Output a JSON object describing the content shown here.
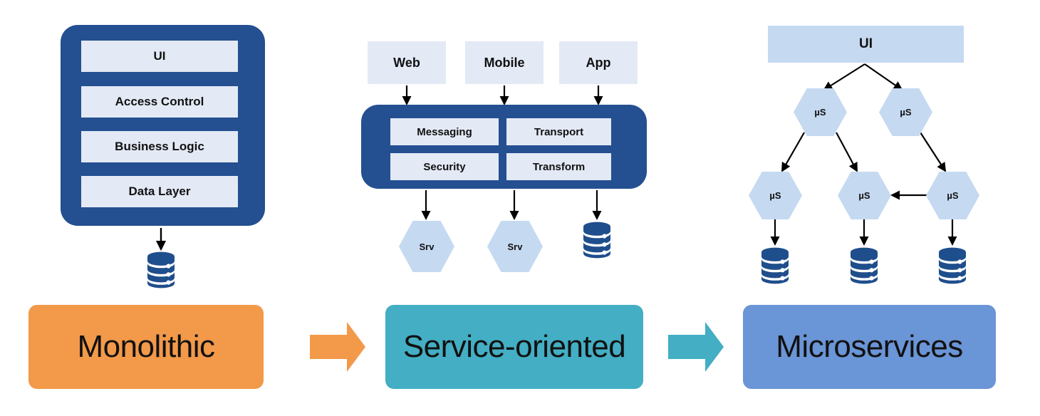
{
  "diagram": {
    "title": "Monolithic to Service-oriented to Microservices architecture evolution",
    "colors": {
      "dark_blue_panel": "#244F91",
      "light_box": "#E3E9F5",
      "hex_blue": "#C5D9F1",
      "ui_bar_blue": "#C5D9F1",
      "db_blue": "#1F4E8C",
      "monolithic_orange": "#F2994A",
      "soa_teal": "#43AEC4",
      "microservices_blue": "#6A95D6",
      "arrow_black": "#000000",
      "arrow_white": "#FFFFFF"
    }
  },
  "monolithic": {
    "layers": [
      {
        "label": "UI"
      },
      {
        "label": "Access Control"
      },
      {
        "label": "Business Logic"
      },
      {
        "label": "Data Layer"
      }
    ],
    "database": {
      "label": "database-cylinder"
    }
  },
  "soa": {
    "clients": [
      {
        "label": "Web"
      },
      {
        "label": "Mobile"
      },
      {
        "label": "App"
      }
    ],
    "bus_components": [
      {
        "label": "Messaging"
      },
      {
        "label": "Transport"
      },
      {
        "label": "Security"
      },
      {
        "label": "Transform"
      }
    ],
    "outputs": [
      {
        "label": "Srv",
        "shape": "hexagon"
      },
      {
        "label": "Srv",
        "shape": "hexagon"
      },
      {
        "label": "database-cylinder",
        "shape": "cylinder"
      }
    ]
  },
  "microservices": {
    "ui": {
      "label": "UI"
    },
    "tier1": [
      {
        "label": "µS"
      },
      {
        "label": "µS"
      }
    ],
    "tier2": [
      {
        "label": "µS"
      },
      {
        "label": "µS"
      },
      {
        "label": "µS"
      }
    ],
    "databases": [
      {
        "label": "database-cylinder"
      },
      {
        "label": "database-cylinder"
      },
      {
        "label": "database-cylinder"
      }
    ]
  },
  "banner": {
    "items": [
      {
        "label": "Monolithic",
        "color": "#F2994A"
      },
      {
        "label": "Service-oriented",
        "color": "#43AEC4"
      },
      {
        "label": "Microservices",
        "color": "#6A95D6"
      }
    ],
    "arrows": [
      {
        "name": "arrow-monolithic-to-soa",
        "color": "#F2994A"
      },
      {
        "name": "arrow-soa-to-microservices",
        "color": "#43AEC4"
      }
    ]
  }
}
